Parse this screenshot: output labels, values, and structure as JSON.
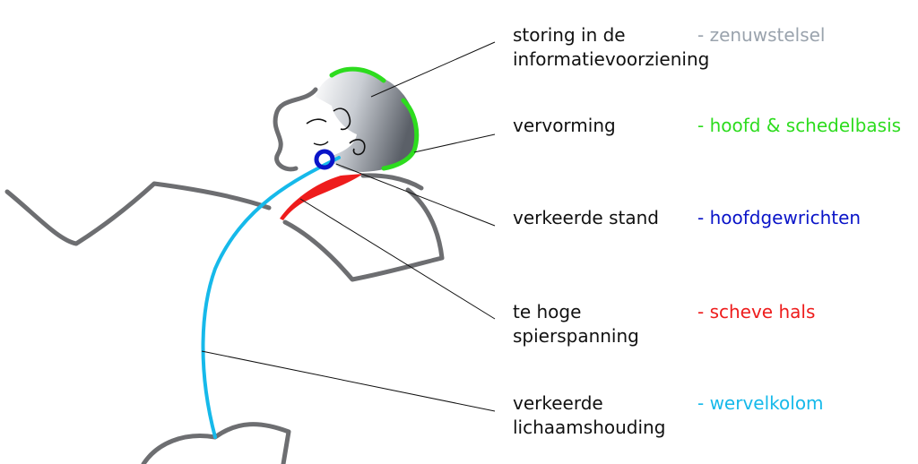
{
  "colors": {
    "body_outline": "#6d6e71",
    "leader_line": "#111111",
    "nervous_system": "#9aa3ad",
    "head_skull": "#2ddc1e",
    "head_joints": "#0a14c8",
    "crooked_neck": "#ee1c1c",
    "spine": "#16b9ea"
  },
  "rows": [
    {
      "label": [
        "storing in de",
        "informatievoorziening"
      ],
      "category": "- zenuwstelsel",
      "color_key": "nervous_system"
    },
    {
      "label": [
        "vervorming"
      ],
      "category": "- hoofd & schedelbasis",
      "color_key": "head_skull"
    },
    {
      "label": [
        "verkeerde stand"
      ],
      "category": "- hoofdgewrichten",
      "color_key": "head_joints"
    },
    {
      "label": [
        "te hoge",
        "spierspanning"
      ],
      "category": "- scheve hals",
      "color_key": "crooked_neck"
    },
    {
      "label": [
        "verkeerde",
        "lichaamshouding"
      ],
      "category": "- wervelkolom",
      "color_key": "spine"
    }
  ]
}
